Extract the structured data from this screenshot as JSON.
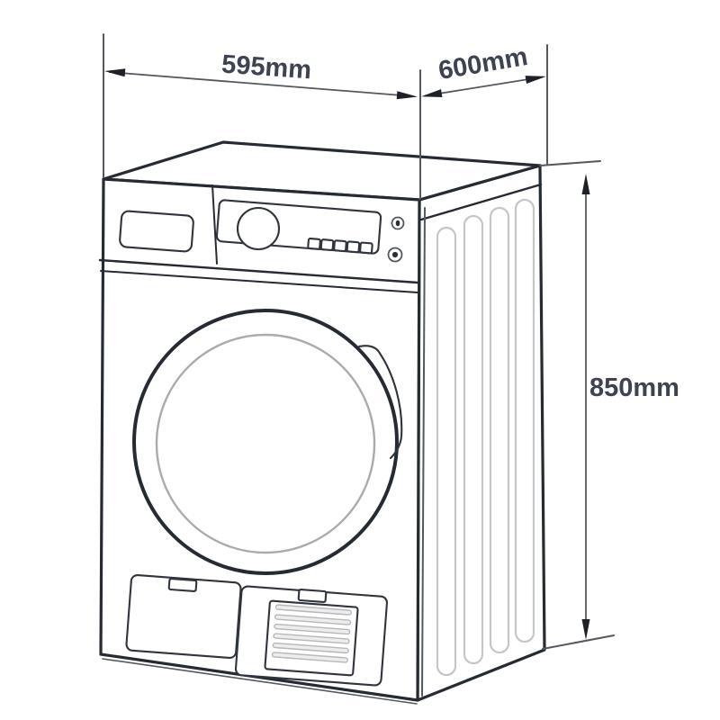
{
  "diagram": {
    "subject": "washing-machine-dimension-drawing",
    "unit": "mm",
    "dimensions": {
      "width": {
        "label": "595mm"
      },
      "depth": {
        "label": "600mm"
      },
      "height": {
        "label": "850mm"
      }
    },
    "colors": {
      "background": "#ffffff",
      "outline_dark": "#262a33",
      "line_medium": "#54585f",
      "line_light": "#c5c6c9",
      "dimension_text": "#3e4353",
      "arrow": "#1e2128"
    }
  }
}
